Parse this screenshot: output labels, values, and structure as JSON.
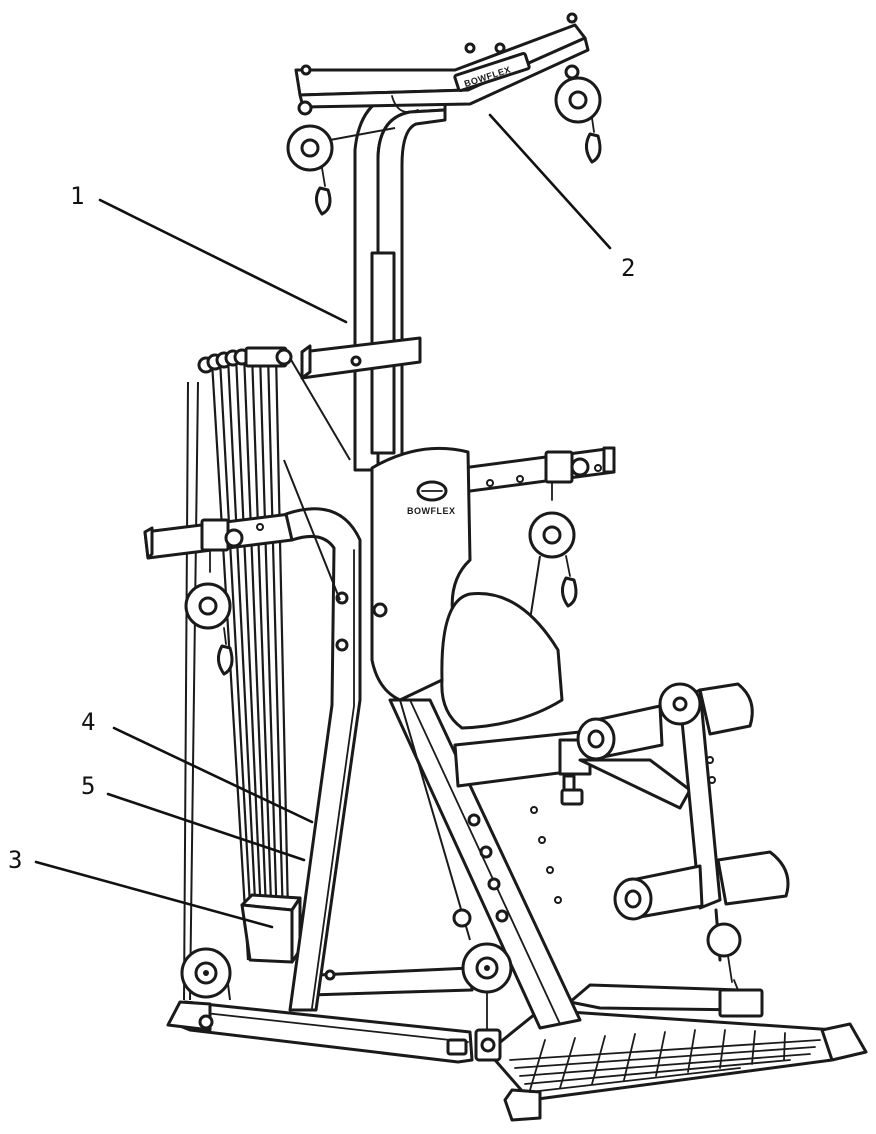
{
  "diagram": {
    "brand_text": "BOWFLEX",
    "callouts": [
      {
        "id": "1",
        "label": "1"
      },
      {
        "id": "2",
        "label": "2"
      },
      {
        "id": "3",
        "label": "3"
      },
      {
        "id": "4",
        "label": "4"
      },
      {
        "id": "5",
        "label": "5"
      }
    ]
  }
}
